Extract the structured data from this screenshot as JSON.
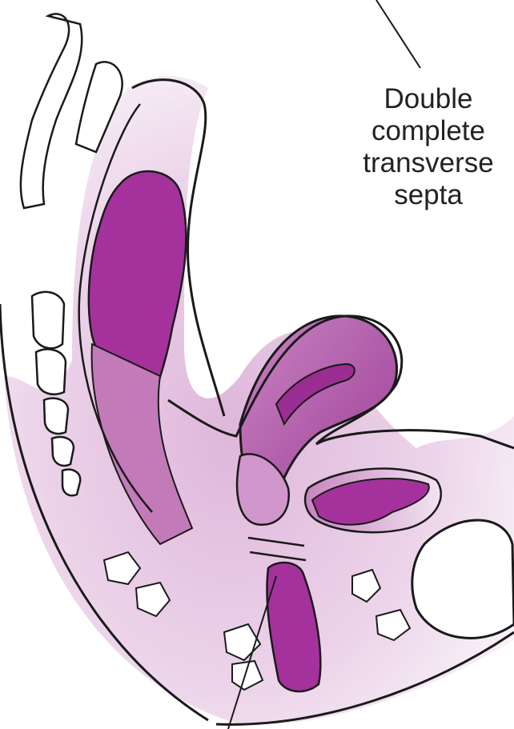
{
  "figure": {
    "label_lines": [
      "Double",
      "complete",
      "transverse",
      "septa"
    ],
    "colors": {
      "tissue_light": "#d8a6d4",
      "tissue_mid": "#b764b0",
      "lumen_dark": "#a5329c",
      "outline": "#1a1a1a",
      "background": "#ffffff"
    }
  }
}
